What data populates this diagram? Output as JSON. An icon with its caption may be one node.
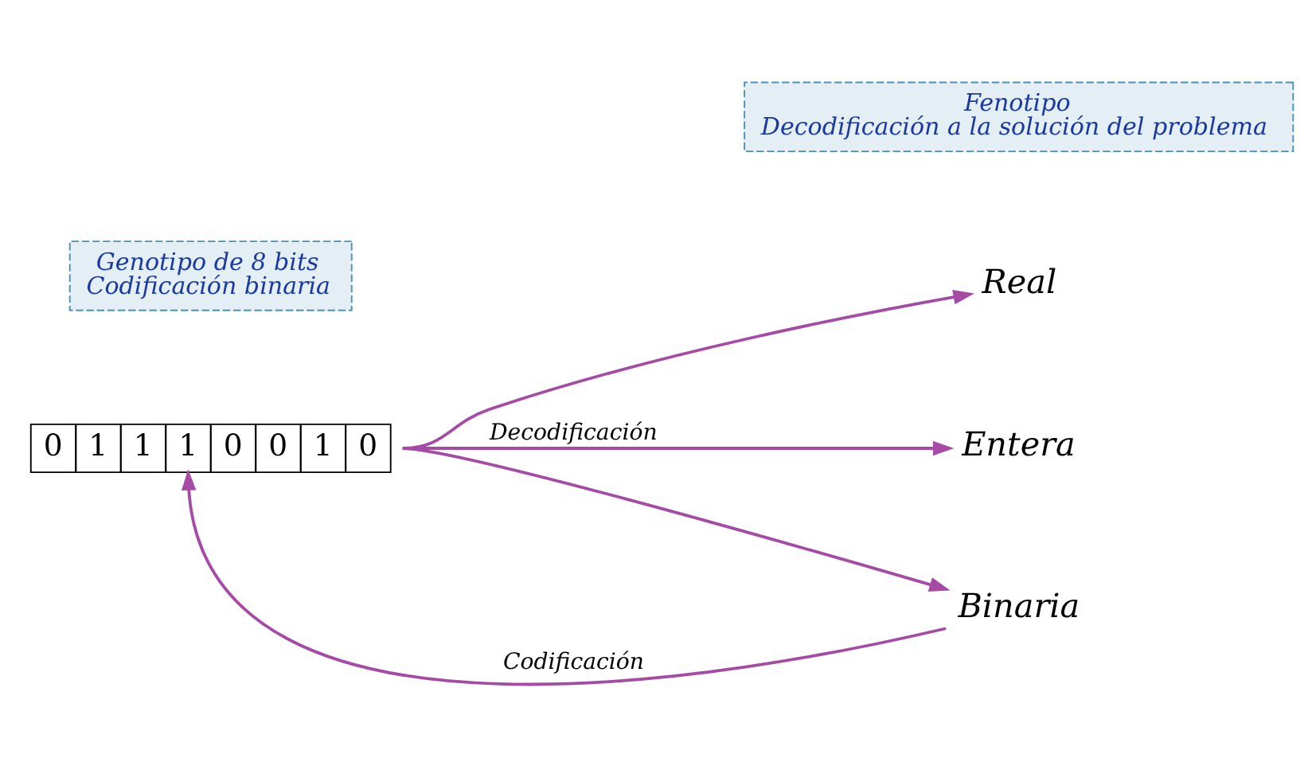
{
  "diagram": {
    "nodes": [
      {
        "text": [
          "Genotipo de 8 bits",
          "Codificación binaria"
        ]
      },
      {
        "text": [
          "0",
          "1",
          "1",
          "1",
          "0",
          "0",
          "1",
          "0"
        ]
      },
      {
        "text": [
          "Fenotipo",
          "Decodificación a la solución del problema"
        ]
      },
      {
        "text": [
          "Real"
        ]
      },
      {
        "text": [
          "Entera"
        ]
      },
      {
        "text": [
          "Binaria"
        ]
      }
    ],
    "edges": [
      {
        "from": 1,
        "to": 3,
        "arrow": "to",
        "color": "#a54aa5"
      },
      {
        "from": 1,
        "to": 4,
        "arrow": "to",
        "label": "Decodificación",
        "color": "#a54aa5"
      },
      {
        "from": 1,
        "to": 5,
        "arrow": "to",
        "color": "#a54aa5"
      },
      {
        "from": 5,
        "to": 1,
        "arrow": "to",
        "label": "Codificación",
        "color": "#a54aa5"
      }
    ]
  }
}
